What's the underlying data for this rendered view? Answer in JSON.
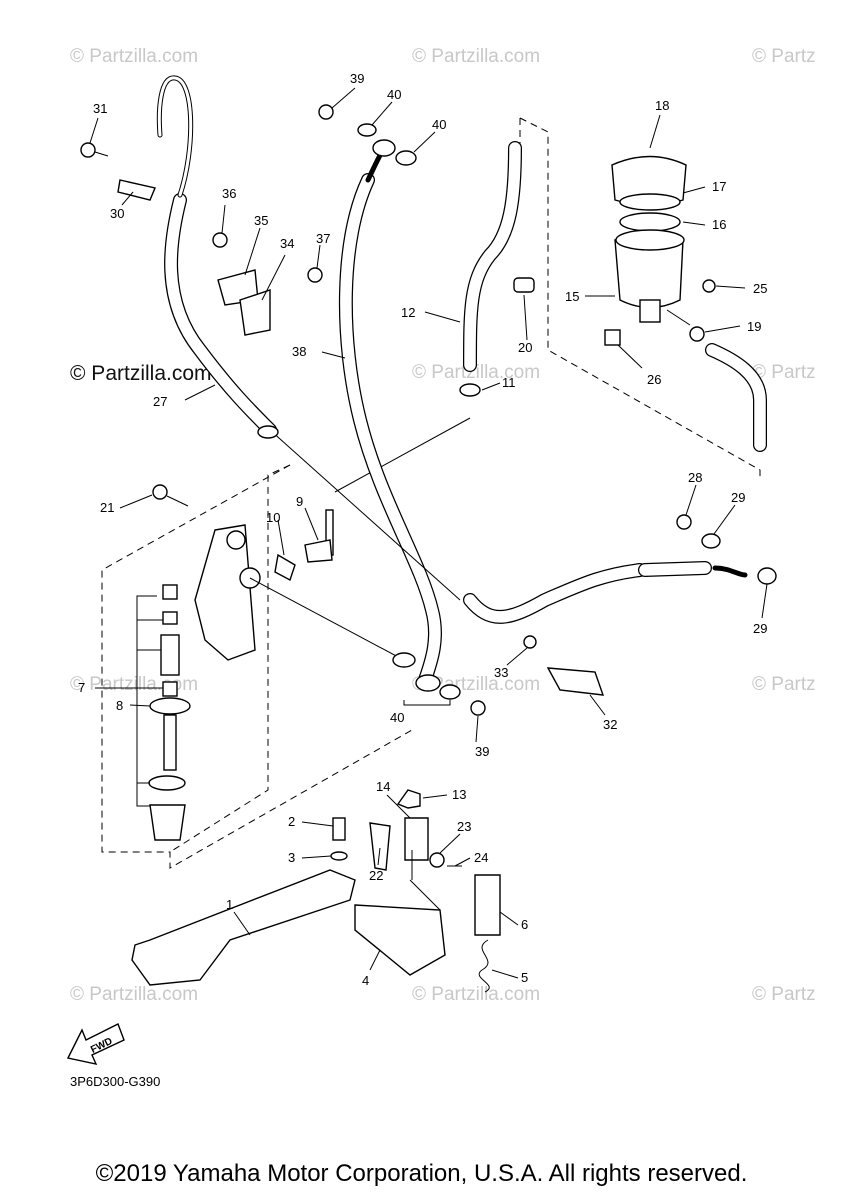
{
  "watermark": "© Partzilla.com",
  "watermark_partial": "© Partz",
  "diagram_code": "3P6D300-G390",
  "fwd_label": "FWD",
  "copyright": "©2019 Yamaha Motor Corporation, U.S.A. All rights reserved.",
  "callouts": {
    "c1": "1",
    "c2": "2",
    "c3": "3",
    "c4": "4",
    "c5": "5",
    "c6": "6",
    "c7": "7",
    "c8": "8",
    "c9": "9",
    "c10": "10",
    "c11": "11",
    "c12": "12",
    "c13": "13",
    "c14": "14",
    "c15": "15",
    "c16": "16",
    "c17": "17",
    "c18": "18",
    "c19": "19",
    "c20": "20",
    "c21": "21",
    "c22": "22",
    "c23": "23",
    "c24": "24",
    "c25": "25",
    "c26": "26",
    "c27": "27",
    "c28": "28",
    "c29a": "29",
    "c29b": "29",
    "c30": "30",
    "c31": "31",
    "c32": "32",
    "c33": "33",
    "c34": "34",
    "c35": "35",
    "c36": "36",
    "c37": "37",
    "c38": "38",
    "c39a": "39",
    "c39b": "39",
    "c40a": "40",
    "c40b": "40",
    "c40c": "40"
  }
}
